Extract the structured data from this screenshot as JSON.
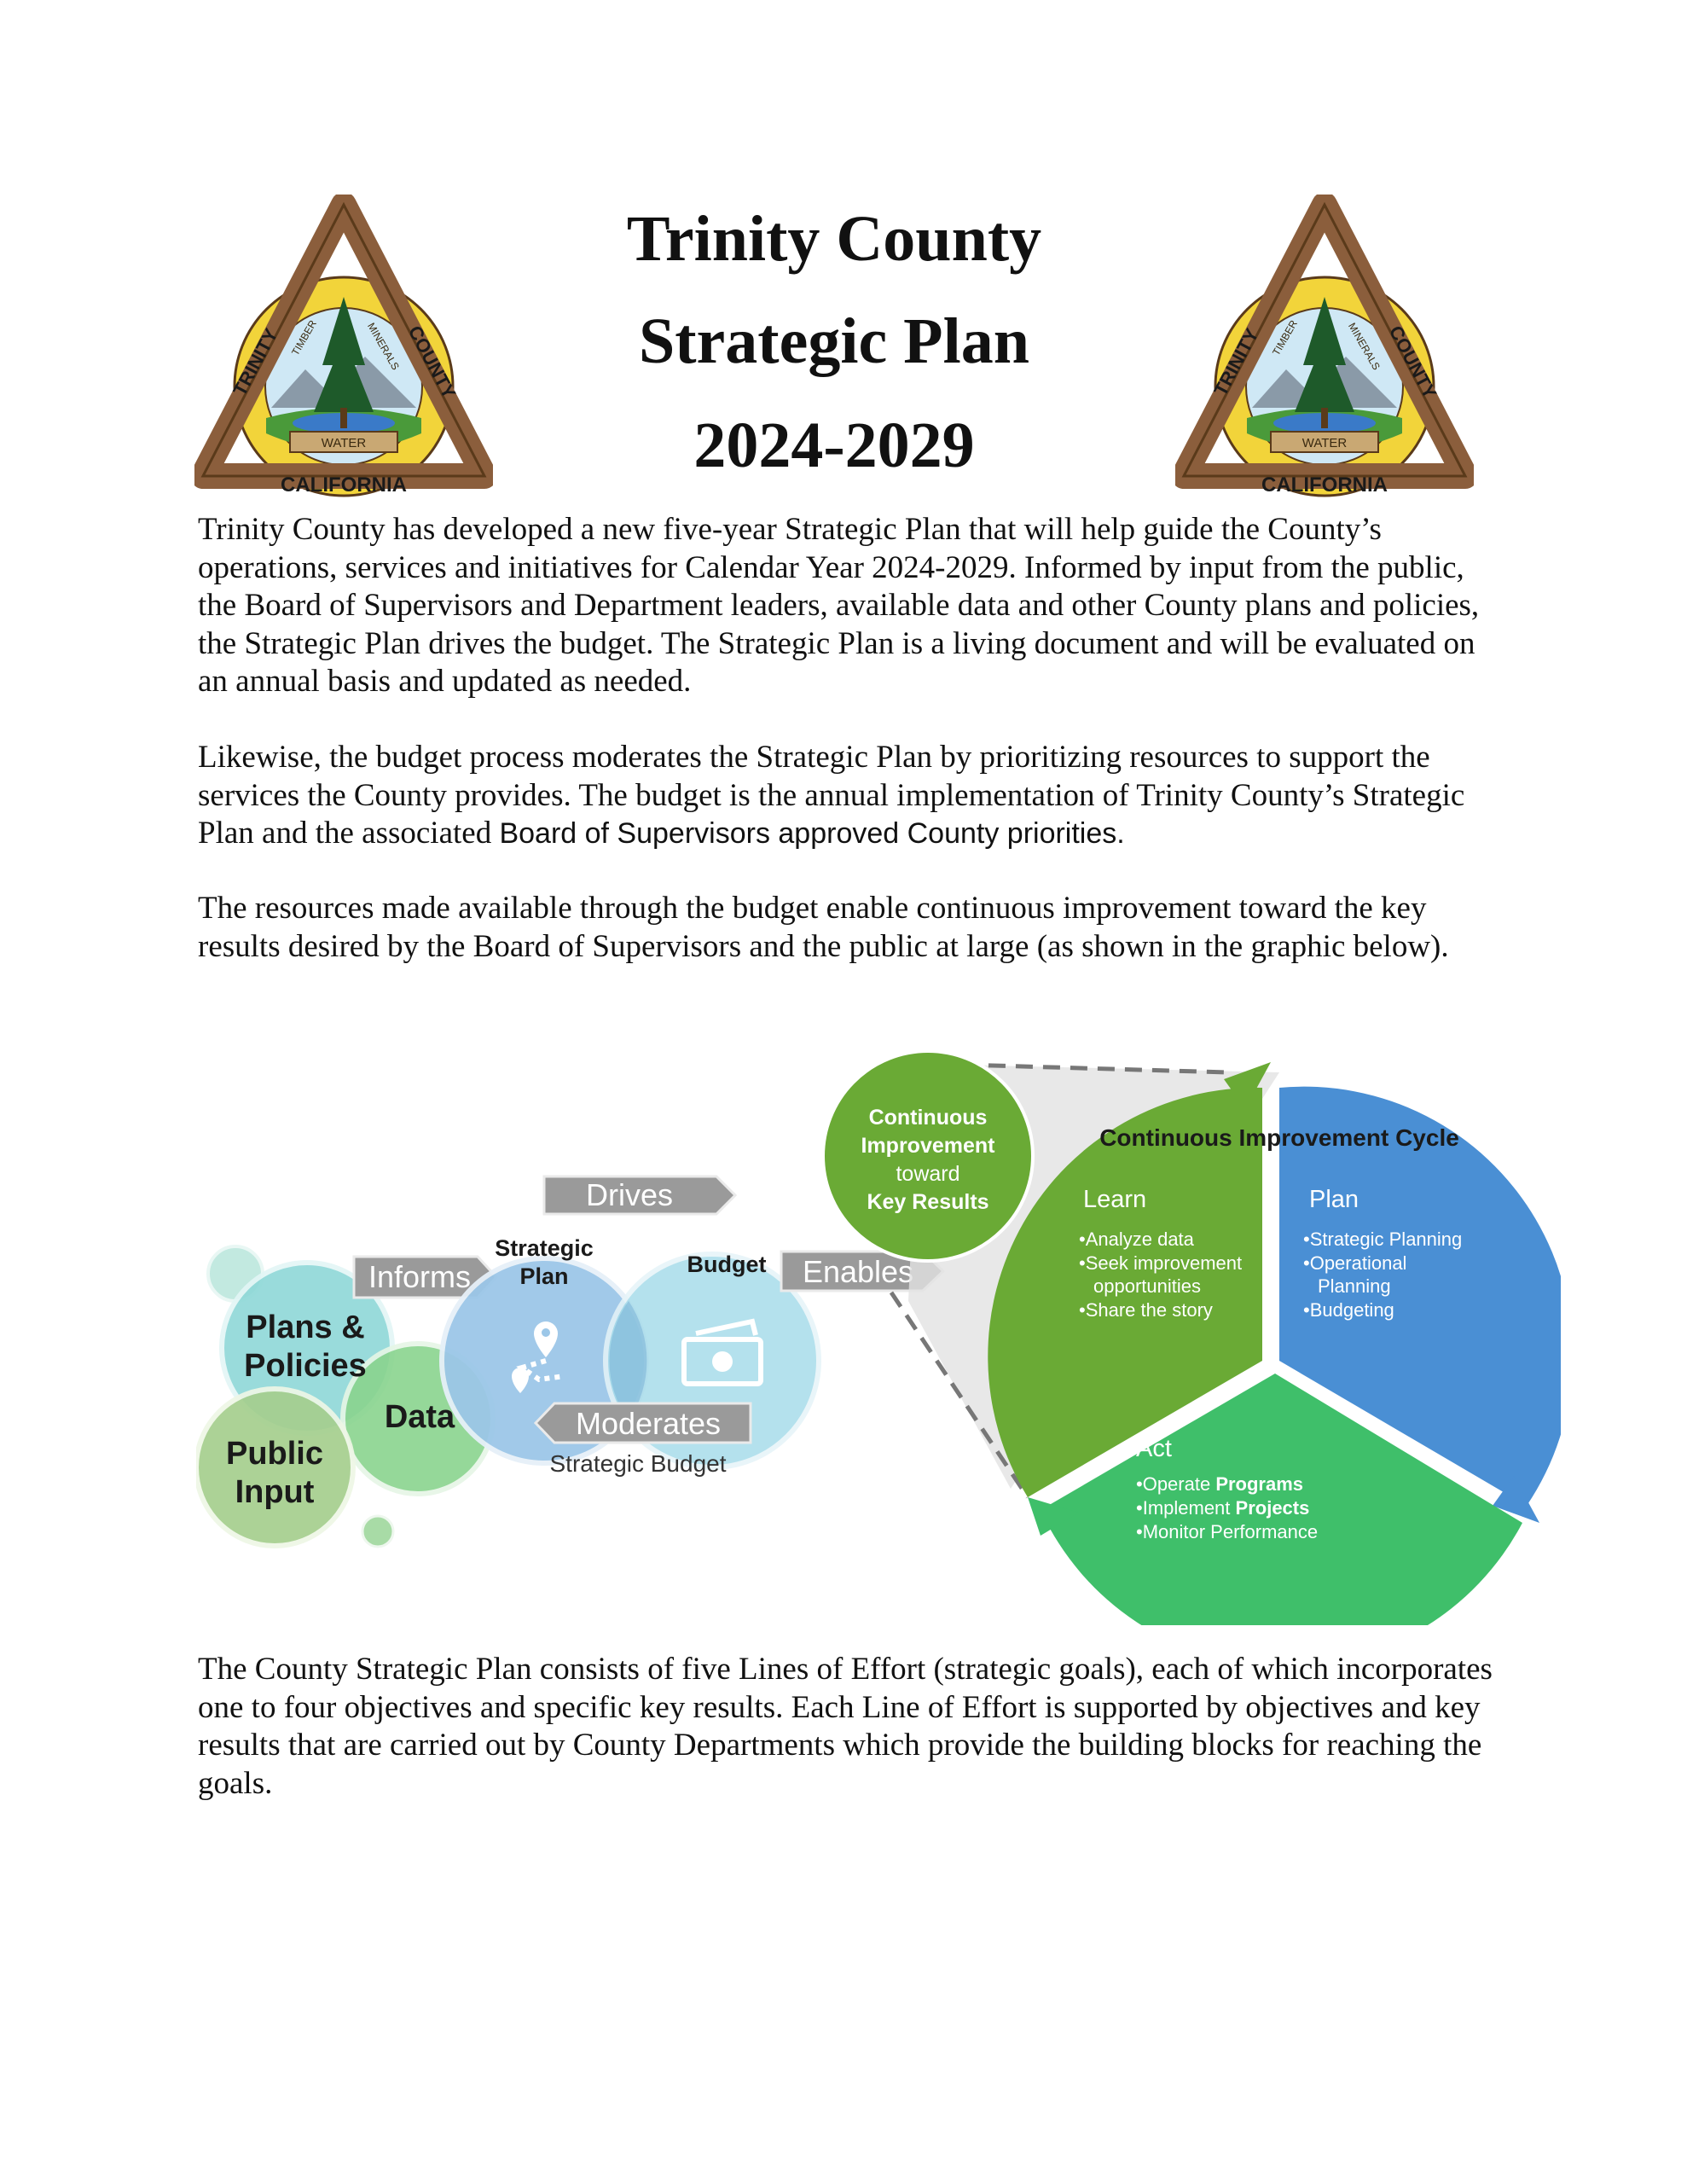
{
  "seal": {
    "left_text": "TRINITY",
    "right_text": "COUNTY",
    "bottom_text": "CALIFORNIA",
    "water_text": "WATER",
    "timber_text": "TIMBER",
    "minerals_text": "MINERALS"
  },
  "header": {
    "title_line1": "Trinity County",
    "title_line2": "Strategic Plan",
    "title_line3": "2024-2029"
  },
  "body": {
    "para1": "Trinity County has developed a new five-year Strategic Plan that will help guide the County’s operations, services and initiatives for Calendar Year 2024-2029. Informed by input from the public, the Board of Supervisors and Department leaders, available data and other County plans and policies, the Strategic Plan drives the budget.  The Strategic Plan is a living document and will be evaluated on an annual basis and updated as needed.",
    "para2_a": "Likewise, the budget process moderates the Strategic Plan by prioritizing resources to support the services the County provides. The budget is the annual implementation of Trinity County’s Strategic Plan and the associated ",
    "para2_b": "Board of Supervisors approved County priorities.",
    "para3": "The resources made available through the budget enable continuous improvement toward the key results desired by the Board of Supervisors and the public at large (as shown in the graphic below).",
    "para4": "The County Strategic Plan consists of five Lines of Effort (strategic goals), each of which incorporates one to four objectives and specific key results. Each Line of Effort is supported by objectives and key results that are carried out by County Departments which provide the building blocks for reaching the goals."
  },
  "diagram": {
    "plans_line1": "Plans &",
    "plans_line2": "Policies",
    "data_label": "Data",
    "public_line1": "Public",
    "public_line2": "Input",
    "informs": "Informs",
    "drives": "Drives",
    "enables": "Enables",
    "moderates": "Moderates",
    "strategic_line1": "Strategic",
    "strategic_line2": "Plan",
    "budget": "Budget",
    "strategic_budget": "Strategic Budget",
    "ci_line1": "Continuous",
    "ci_line2": "Improvement",
    "ci_line3": "toward",
    "ci_line4": "Key Results",
    "cycle_title": "Continuous Improvement Cycle",
    "learn": {
      "title": "Learn",
      "items": [
        "•Analyze data",
        "•Seek improvement",
        "opportunities",
        "•Share the story"
      ]
    },
    "plan": {
      "title": "Plan",
      "items": [
        "•Strategic Planning",
        "•Operational",
        "Planning",
        "•Budgeting"
      ]
    },
    "act": {
      "title": "Act",
      "item1_a": "•Operate ",
      "item1_b": "Programs",
      "item2_a": "•Implement ",
      "item2_b": "Projects",
      "item3": "•Monitor Performance"
    }
  },
  "colors": {
    "learn_green": "#6aaa35",
    "plan_blue": "#4a8fd4",
    "act_green": "#3fbf6a",
    "light_teal": "#8fd8d8",
    "light_blue": "#9cc7e8",
    "grey_arrow": "#9a9a9a"
  }
}
